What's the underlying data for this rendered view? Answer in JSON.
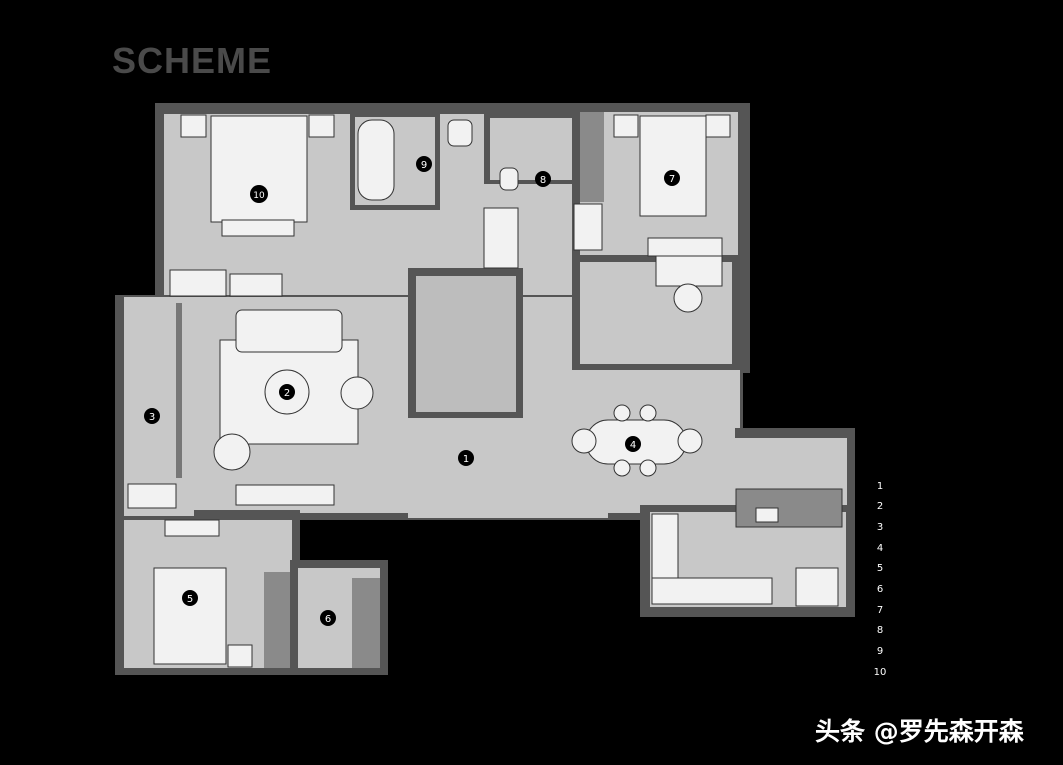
{
  "title": "SCHEME",
  "room_markers": [
    "1",
    "2",
    "3",
    "4",
    "5",
    "6",
    "7",
    "8",
    "9",
    "10"
  ],
  "legend": [
    "1",
    "2",
    "3",
    "4",
    "5",
    "6",
    "7",
    "8",
    "9",
    "10"
  ],
  "watermark": "头条 @罗先森开森",
  "colors": {
    "background": "#000000",
    "floor": "#c8c8c8",
    "wall": "#555555",
    "furniture": "#f2f2f2",
    "marker": "#000000"
  }
}
